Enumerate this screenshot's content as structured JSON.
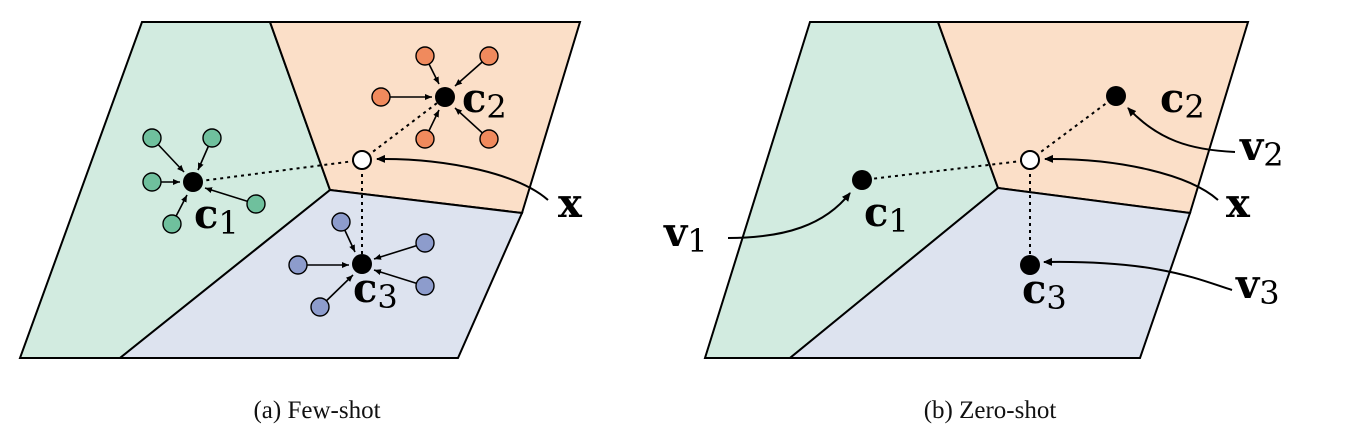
{
  "colors": {
    "green_region": "#d2ebe0",
    "orange_region": "#fbdfc8",
    "blue_region": "#dde3ef",
    "green_dot": "#6fc09d",
    "orange_dot": "#f08a5d",
    "blue_dot": "#8d9ccc",
    "outline": "#000000"
  },
  "panel_a": {
    "caption": "(a) Few-shot",
    "prototypes": [
      {
        "base": "c",
        "sub": "1"
      },
      {
        "base": "c",
        "sub": "2"
      },
      {
        "base": "c",
        "sub": "3"
      }
    ],
    "query_label": "x"
  },
  "panel_b": {
    "caption": "(b) Zero-shot",
    "prototypes": [
      {
        "base": "c",
        "sub": "1"
      },
      {
        "base": "c",
        "sub": "2"
      },
      {
        "base": "c",
        "sub": "3"
      }
    ],
    "embeddings": [
      {
        "base": "v",
        "sub": "1"
      },
      {
        "base": "v",
        "sub": "2"
      },
      {
        "base": "v",
        "sub": "3"
      }
    ],
    "query_label": "x"
  }
}
